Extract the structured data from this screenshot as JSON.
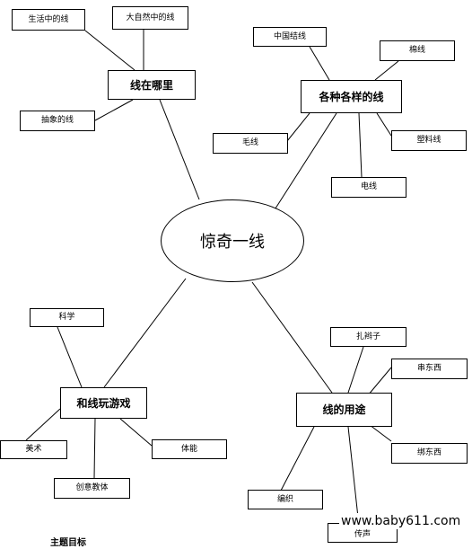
{
  "center": "惊奇一线",
  "groups": {
    "where": {
      "label": "线在哪里",
      "children": [
        "生活中的线",
        "大自然中的线",
        "抽象的线"
      ]
    },
    "kinds": {
      "label": "各种各样的线",
      "children": [
        "中国结线",
        "棉线",
        "毛线",
        "塑料线",
        "电线"
      ]
    },
    "play": {
      "label": "和线玩游戏",
      "children": [
        "科学",
        "美术",
        "体能",
        "创意教体"
      ]
    },
    "uses": {
      "label": "线的用途",
      "children": [
        "扎辫子",
        "串东西",
        "绑东西",
        "编织",
        "传声"
      ]
    }
  },
  "watermark": "www.baby611.com",
  "footer_text": "主题目标"
}
